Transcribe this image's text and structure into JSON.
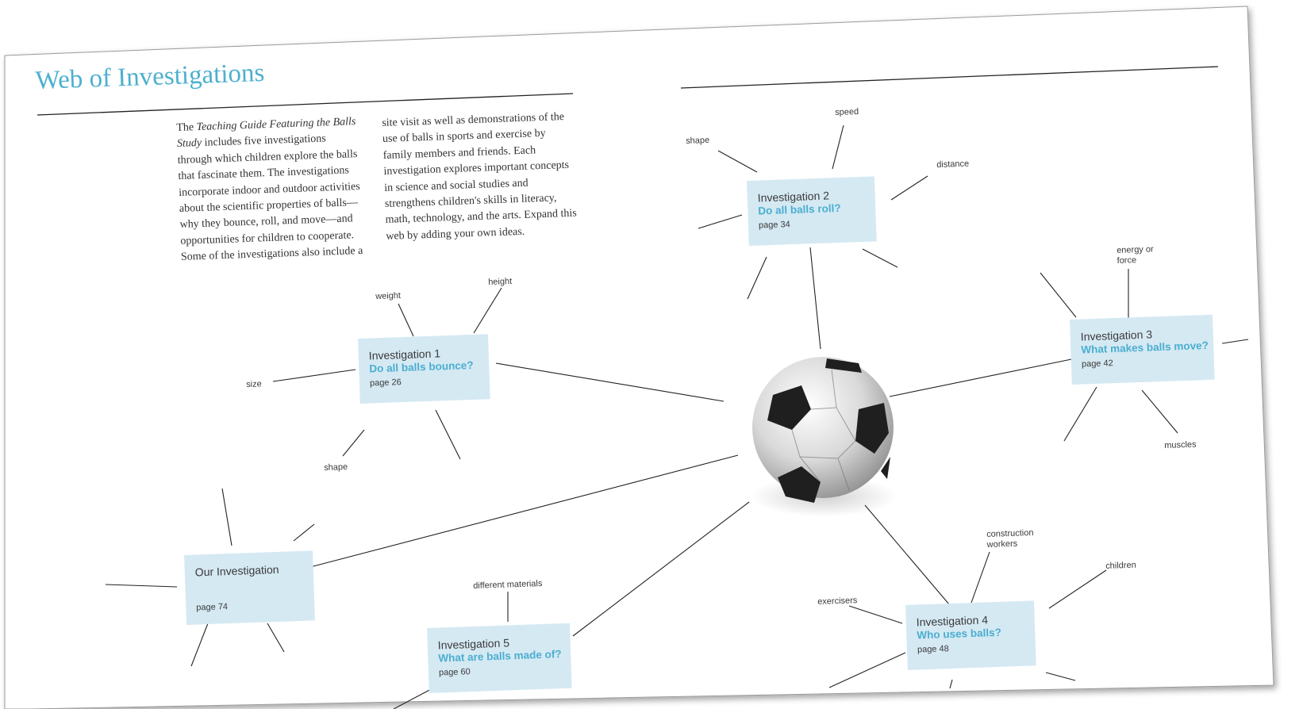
{
  "page": {
    "title": "Web of Investigations",
    "intro_col1_prefix": "The ",
    "intro_col1_italic": "Teaching Guide Featuring the Balls Study",
    "intro_col1_rest": " includes five investigations through which children explore the balls that fascinate them. The investigations incorporate indoor and outdoor activities about the scientific properties of balls—why they bounce, roll, and move—and opportunities for children to cooperate. Some of the investigations also include a",
    "intro_col2": "site visit as well as demonstrations of the use of balls in sports and exercise by family members and friends. Each investigation explores important concepts in science and social studies and strengthens children's skills in literacy, math, technology, and the arts. Expand this web by adding your own ideas."
  },
  "investigations": [
    {
      "title": "Investigation 1",
      "question": "Do all balls bounce?",
      "page": "page 26"
    },
    {
      "title": "Investigation 2",
      "question": "Do all balls roll?",
      "page": "page 34"
    },
    {
      "title": "Investigation 3",
      "question": "What makes balls move?",
      "page": "page 42"
    },
    {
      "title": "Investigation 4",
      "question": "Who uses balls?",
      "page": "page 48"
    },
    {
      "title": "Investigation 5",
      "question": "What are balls made of?",
      "page": "page 60"
    },
    {
      "title": "Our Investigation",
      "question": "",
      "page": "page 74"
    }
  ],
  "labels": {
    "inv1": [
      "weight",
      "height",
      "size",
      "shape"
    ],
    "inv2": [
      "speed",
      "shape",
      "distance"
    ],
    "inv3": [
      "energy or force",
      "muscles"
    ],
    "inv4": [
      "construction workers",
      "children",
      "exercisers"
    ],
    "inv5": [
      "different materials"
    ]
  },
  "center_image": "soccer-ball",
  "colors": {
    "accent": "#4db0cf",
    "box_fill": "#d5e9f3",
    "line": "#222222",
    "text": "#333333"
  }
}
